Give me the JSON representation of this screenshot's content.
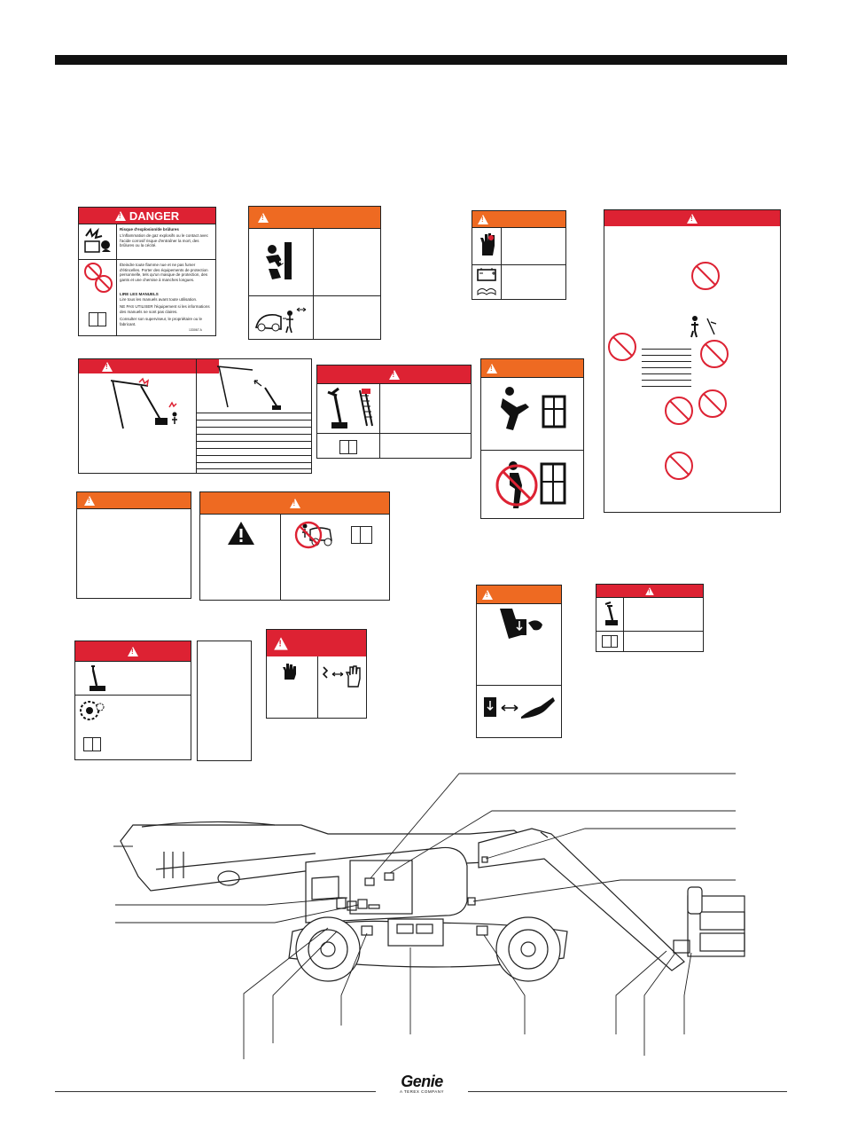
{
  "danger_decal": {
    "header": "DANGER",
    "title": "Risque d'explosion/de brûlures",
    "body1": "L'inflammation de gaz explosifs ou le contact avec l'acide corrosif risque d'entraîner la mort, des brûlures ou la cécité.",
    "body2": "Éteindre toute flamme nue et ne pas fumer d'étincelles. Porter des équipements de protection personnelle, tels qu'un masque de protection, des gants et une chemise à manches longues.",
    "read_title": "LIRE LES MANUELS",
    "read_body": "Lire tous les manuels avant toute utilisation.",
    "notuse": "NE PAS UTILISER l'équipement si les informations des manuels ne sont pas claires.",
    "consult": "Consulter son superviseur, le propriétaire ou le fabricant.",
    "code": "133067 A"
  },
  "footer": {
    "brand": "Genie",
    "tagline": "A TEREX COMPANY"
  }
}
